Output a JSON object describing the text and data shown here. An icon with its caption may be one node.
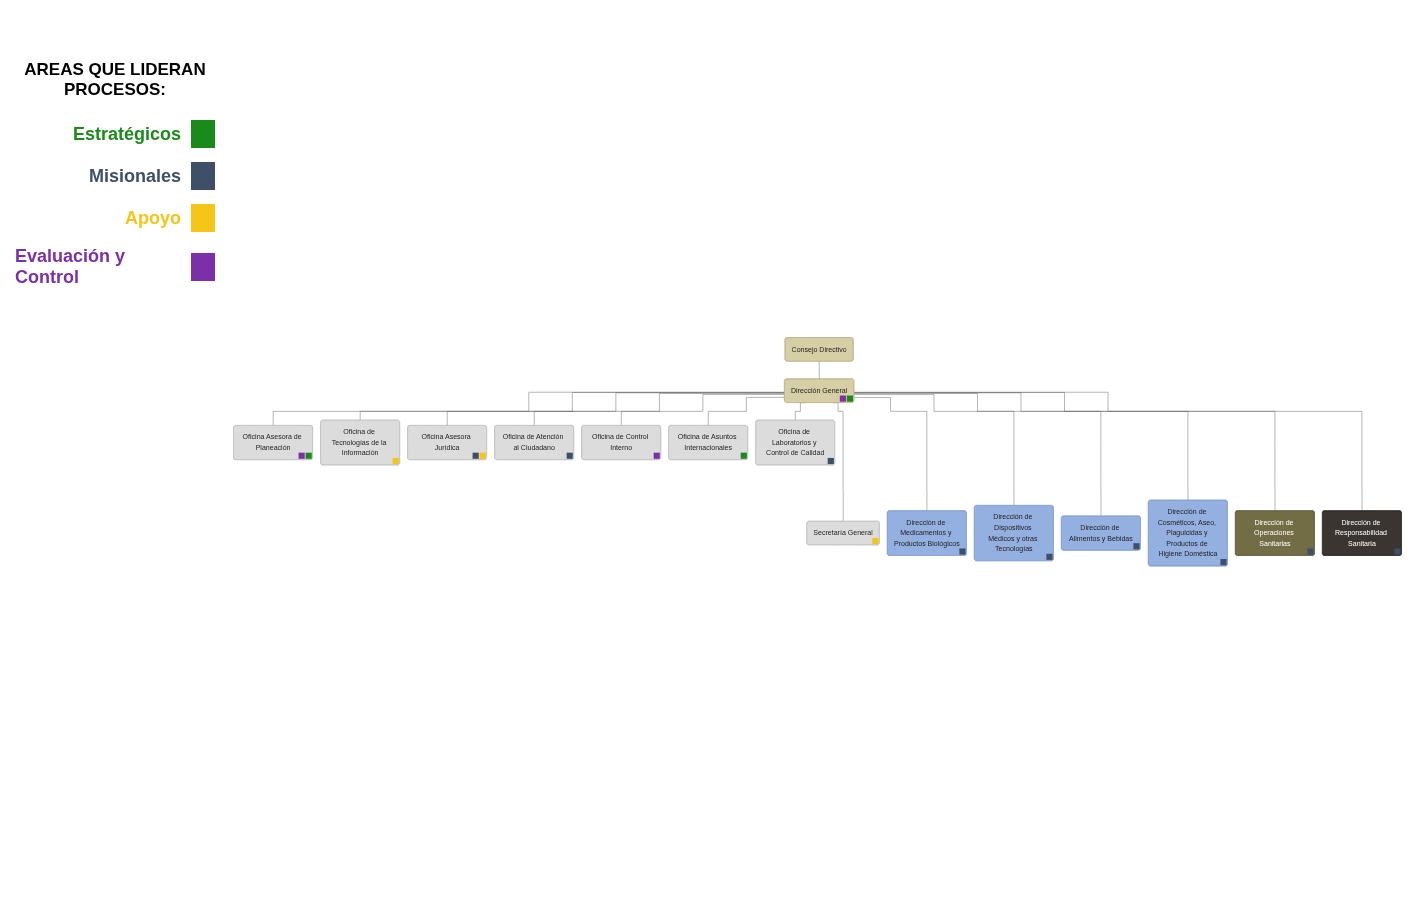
{
  "diagram": {
    "nodes": [
      {
        "text": [
          "Consejo Directivo"
        ]
      },
      {
        "text": [
          "Dirección General"
        ]
      },
      {
        "text": [
          "Oficina Asesora de Planeación"
        ]
      },
      {
        "text": [
          "Oficina de Tecnologías de la Información"
        ]
      },
      {
        "text": [
          "Oficina Asesora Jurídica"
        ]
      },
      {
        "text": [
          "Oficina de Atención al Ciudadano"
        ]
      },
      {
        "text": [
          "Oficina de Control Interno"
        ]
      },
      {
        "text": [
          "Oficina de Asuntos Internacionales"
        ]
      },
      {
        "text": [
          "Oficina de Laboratorios y Control de Calidad"
        ]
      },
      {
        "text": [
          "Secretaría General"
        ]
      },
      {
        "text": [
          "Dirección de Medicamentos y Productos Biológicos"
        ]
      },
      {
        "text": [
          "Dirección de Dispositivos Médicos y otras Tecnologías"
        ]
      },
      {
        "text": [
          "Dirección de Alimentos y Bebidas"
        ]
      },
      {
        "text": [
          "Dirección de Cosméticos, Aseo, Plaguicidas y Productos de Higiene Doméstica"
        ]
      },
      {
        "text": [
          "Dirección de Operaciones Sanitarias"
        ]
      },
      {
        "text": [
          "Dirección de Responsabilidad Sanitaria"
        ]
      }
    ],
    "edges": [
      {
        "from": 0,
        "to": 1,
        "arrow": "none"
      },
      {
        "from": 1,
        "to": 2,
        "arrow": "none"
      },
      {
        "from": 1,
        "to": 3,
        "arrow": "none"
      },
      {
        "from": 1,
        "to": 4,
        "arrow": "none"
      },
      {
        "from": 1,
        "to": 5,
        "arrow": "none"
      },
      {
        "from": 1,
        "to": 6,
        "arrow": "none"
      },
      {
        "from": 1,
        "to": 7,
        "arrow": "none"
      },
      {
        "from": 1,
        "to": 8,
        "arrow": "none"
      },
      {
        "from": 1,
        "to": 9,
        "arrow": "none"
      },
      {
        "from": 1,
        "to": 10,
        "arrow": "none"
      },
      {
        "from": 1,
        "to": 11,
        "arrow": "none"
      },
      {
        "from": 1,
        "to": 12,
        "arrow": "none"
      },
      {
        "from": 1,
        "to": 13,
        "arrow": "none"
      },
      {
        "from": 1,
        "to": 14,
        "arrow": "none"
      },
      {
        "from": 1,
        "to": 15,
        "arrow": "none"
      }
    ],
    "labels": [
      "AREAS QUE LIDERAN PROCESOS:"
    ],
    "legend": [
      {
        "text": "Estratégicos",
        "color": "#1a8a1a"
      },
      {
        "text": "Misionales",
        "color": "#3d5068"
      },
      {
        "text": "Apoyo",
        "color": "#f5c518"
      },
      {
        "text": "Evaluación y Control",
        "color": "#7b2fa8"
      }
    ]
  }
}
